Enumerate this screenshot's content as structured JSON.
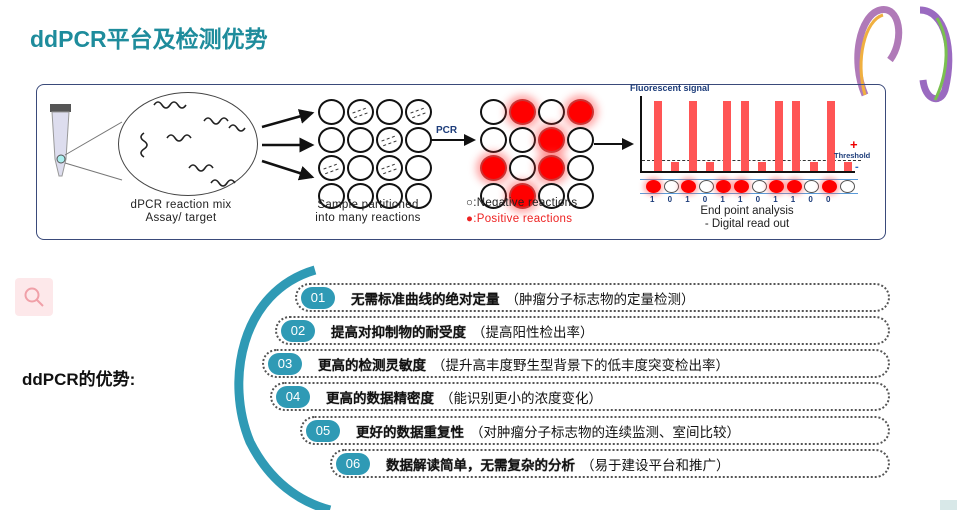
{
  "title": "ddPCR平台及检测优势",
  "diagram": {
    "step1": {
      "line1": "dPCR reaction mix",
      "line2": "Assay/ target"
    },
    "step2": {
      "line1": "Sample partitioned",
      "line2": "into many reactions"
    },
    "pcr_label": "PCR",
    "legend": {
      "negative": ":Negative  reactions",
      "positive": ":Positive  reactions"
    },
    "chart": {
      "ylabel": "Fluorescent signal",
      "threshold": "Threshold",
      "plus": "+",
      "minus": "-",
      "bars": [
        1,
        0,
        1,
        0,
        1,
        1,
        0,
        1,
        1,
        0,
        1,
        0
      ],
      "bits": [
        "1",
        "0",
        "1",
        "0",
        "1",
        "1",
        "0",
        "1",
        "1",
        "0",
        "0"
      ],
      "caption1": "End point analysis",
      "caption2": "- Digital read out"
    },
    "partition_grid": [
      0,
      1,
      0,
      1,
      0,
      0,
      1,
      0,
      1,
      0,
      1,
      0,
      0,
      0,
      0,
      0
    ],
    "result_grid": [
      0,
      1,
      0,
      1,
      0,
      0,
      1,
      0,
      1,
      0,
      1,
      0,
      0,
      1,
      0,
      0
    ]
  },
  "advantages_label": "ddPCR的优势:",
  "advantages": [
    {
      "num": "01",
      "title": "无需标准曲线的绝对定量",
      "desc": "（肿瘤分子标志物的定量检测）"
    },
    {
      "num": "02",
      "title": "提高对抑制物的耐受度",
      "desc": "（提高阳性检出率）"
    },
    {
      "num": "03",
      "title": "更高的检测灵敏度",
      "desc": "（提升高丰度野生型背景下的低丰度突变检出率）"
    },
    {
      "num": "04",
      "title": "更高的数据精密度",
      "desc": "（能识别更小的浓度变化）"
    },
    {
      "num": "05",
      "title": "更好的数据重复性",
      "desc": "（对肿瘤分子标志物的连续监测、室间比较）"
    },
    {
      "num": "06",
      "title": "数据解读简单，无需复杂的分析",
      "desc": "（易于建设平台和推广）"
    }
  ],
  "colors": {
    "accent": "#1e8c9c",
    "badge": "#2f9ab5",
    "positive": "#ff0000"
  }
}
